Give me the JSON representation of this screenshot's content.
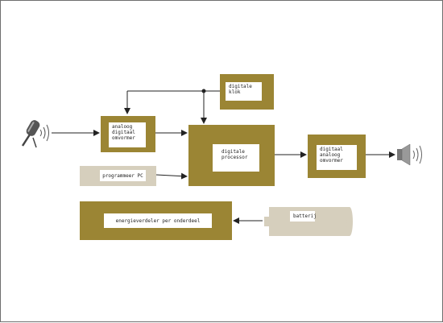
{
  "diagram": {
    "blocks": {
      "adc": "analoog\ndigitaal\nomvormer",
      "clock": "digitale\nklok",
      "processor": "digitale\nprocessor",
      "dac": "digitaal\nanaloog\nomvormer",
      "pc": "programmeer PC",
      "power": "energieverdeler per onderdeel",
      "battery": "batterij"
    },
    "icons": {
      "input": "microphone-icon",
      "output": "speaker-icon"
    },
    "colors": {
      "block_fill": "#9b8534",
      "secondary_fill": "#d6cfbd",
      "wire": "#222222",
      "border": "#6f6f6f"
    }
  }
}
